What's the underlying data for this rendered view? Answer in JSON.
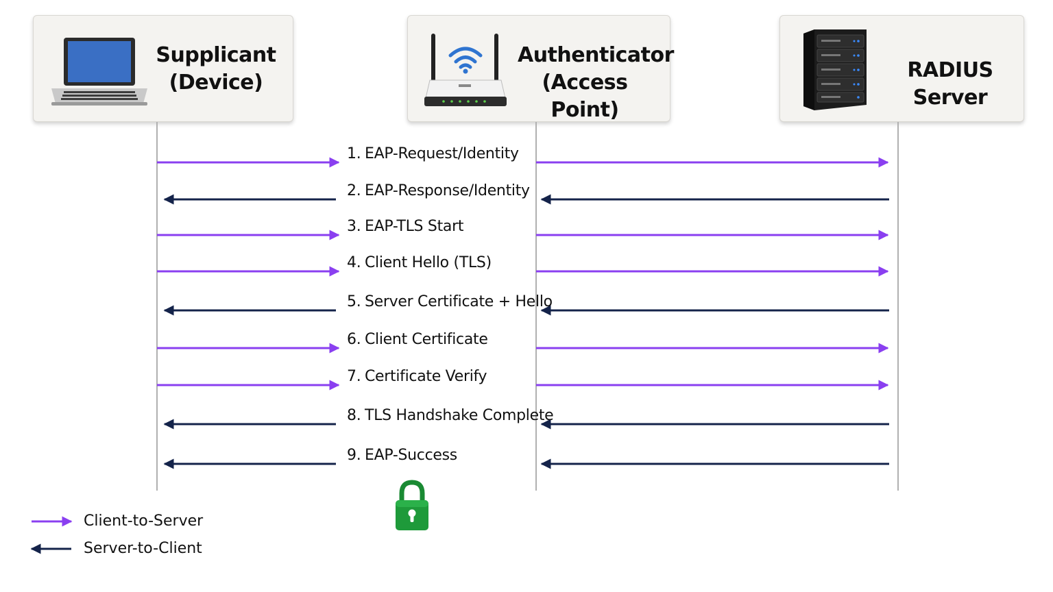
{
  "actors": {
    "supplicant": {
      "line1": "Supplicant",
      "line2": "(Device)",
      "icon": "laptop-icon"
    },
    "authenticator": {
      "line1": "Authenticator",
      "line2": "(Access Point)",
      "icon": "wifi-router-icon"
    },
    "radius": {
      "line1": "RADIUS Server",
      "icon": "server-tower-icon"
    }
  },
  "messages": [
    {
      "num": "1.",
      "label": "EAP-Request/Identity",
      "direction": "client-to-server"
    },
    {
      "num": "2.",
      "label": "EAP-Response/Identity",
      "direction": "server-to-client"
    },
    {
      "num": "3.",
      "label": "EAP-TLS Start",
      "direction": "client-to-server"
    },
    {
      "num": "4.",
      "label": "Client Hello (TLS)",
      "direction": "client-to-server"
    },
    {
      "num": "5.",
      "label": "Server Certificate + Hello",
      "direction": "server-to-client"
    },
    {
      "num": "6.",
      "label": "Client Certificate",
      "direction": "client-to-server"
    },
    {
      "num": "7.",
      "label": "Certificate Verify",
      "direction": "client-to-server"
    },
    {
      "num": "8.",
      "label": "TLS Handshake Complete",
      "direction": "server-to-client"
    },
    {
      "num": "9.",
      "label": "EAP-Success",
      "direction": "server-to-client"
    }
  ],
  "legend": {
    "client_to_server": "Client-to-Server",
    "server_to_client": "Server-to-Client"
  },
  "colors": {
    "client_to_server": "#8a3ff0",
    "server_to_client": "#14234a",
    "lifeline": "#b0b0b0",
    "lock": "#1e9a3a"
  },
  "lock_icon": "padlock-icon"
}
